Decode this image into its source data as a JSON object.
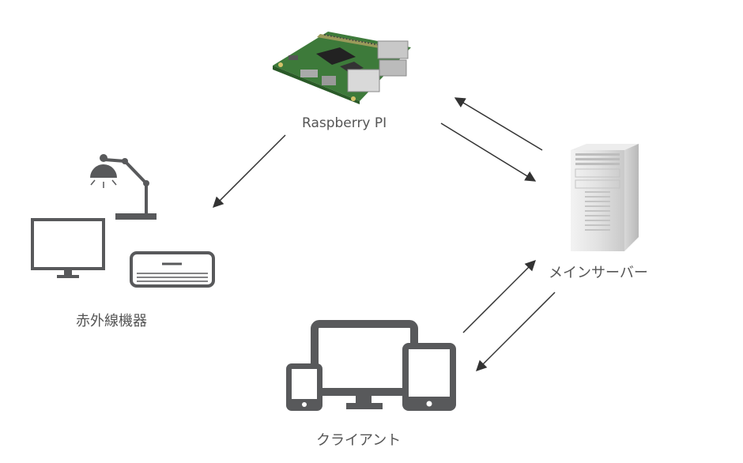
{
  "nodes": {
    "raspberry_pi": {
      "label": "Raspberry PI",
      "icon": "raspberry-pi-board-icon"
    },
    "ir_devices": {
      "label": "赤外線機器",
      "icons": [
        "desk-lamp-icon",
        "monitor-icon",
        "air-conditioner-icon"
      ]
    },
    "main_server": {
      "label": "メインサーバー",
      "icon": "tower-server-icon"
    },
    "client": {
      "label": "クライアント",
      "icons": [
        "smartphone-icon",
        "desktop-monitor-icon",
        "tablet-icon"
      ]
    }
  },
  "colors": {
    "icon_gray": "#58595b",
    "arrow": "#333333",
    "label": "#555555",
    "pcb_green": "#3d7a3a"
  }
}
